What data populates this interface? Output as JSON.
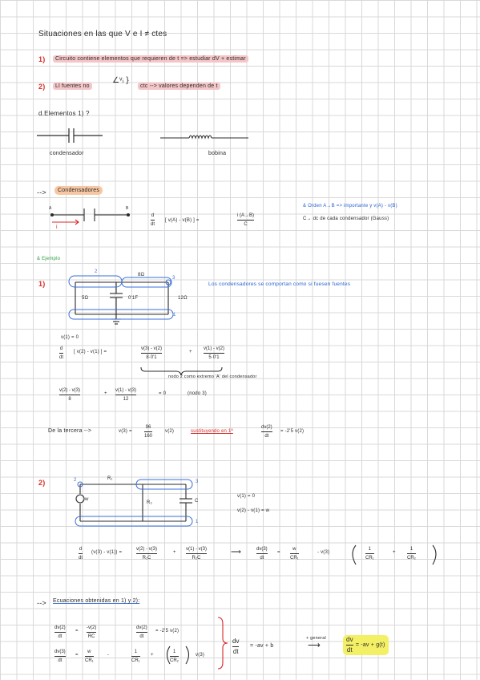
{
  "title": "Situaciones en las que V e I ≠ ctes",
  "items": {
    "n1": "1)",
    "line1": "Circuito contiene elementos que requieren de t => estudiar dV + estimar",
    "n2": "2)",
    "line2_a": "Ll fuentes no",
    "line2_sym": "∠ᵛᵢ }",
    "line2_b": "ctc --> valores dependen de t"
  },
  "elements_heading": "d.Elementos 1) ?",
  "labels": {
    "capacitor": "condensador",
    "inductor": "bobina"
  },
  "section_condensadores": {
    "arrow": "-->",
    "title": "Condensadores",
    "node_a": "A",
    "node_b": "B",
    "current": "i",
    "equation_d": "d",
    "equation_dt": "dt",
    "equation_main": "[ v(A) - v(B) ] = ",
    "equation_frac_num": "i (A→B)",
    "equation_frac_den": "C",
    "note1": "& Orden A→B => importante y v(A) - v(B)",
    "note2": "C→ dc de cada condensador (Gauss)"
  },
  "ejemplo": {
    "heading": "& Ejemplo",
    "ex1_num": "1)",
    "r_top": "8Ω",
    "r_left": "5Ω",
    "cap": "0'1F",
    "r_right": "12Ω",
    "node1": "1",
    "node2": "2",
    "node3": "3",
    "blue_note": "Los condensadores se comportan como si fuesen fuentes",
    "eq_v0": "v(1) = 0",
    "eq_lhs_d": "d",
    "eq_lhs_dt": "dt",
    "eq_lhs": "[ v(2) - v(1) ] =",
    "eq_f1_num": "v(3) - v(2)",
    "eq_f1_den": "8·0'1",
    "eq_plus": "+",
    "eq_f2_num": "v(1) - v(2)",
    "eq_f2_den": "5·0'1",
    "brace_note": "nodo 2 como extremo 'A' del condensador",
    "eq2_f1_num": "v(2) - v(3)",
    "eq2_f1_den": "8",
    "eq2_f2_num": "v(1) - v(3)",
    "eq2_f2_den": "12",
    "eq2_rhs": "= 0",
    "eq2_note": "(nodo 3)",
    "tercera_a": "De la tercera -->",
    "tercera_b": "v(3) =",
    "tercera_frac_num": "96",
    "tercera_frac_den": "160",
    "tercera_c": "v(2)",
    "tercera_red": "sustituyendo en 1ª",
    "tercera_d_num": "dv(2)",
    "tercera_d_den": "dt",
    "tercera_e": "= -2'5 v(2)"
  },
  "ex2": {
    "num": "2)",
    "r1": "R₁",
    "r2": "R₂",
    "w": "w",
    "c": "C",
    "node1": "1",
    "node2": "2",
    "node3": "3",
    "cond1": "v(1) = 0",
    "cond2": "v(2) - v(1) = w",
    "eq_d": "d",
    "eq_dt": "dt",
    "eq_lhs": "(v(3) - v(1)) =",
    "f1_num": "v(2) - v(3)",
    "f1_den": "R₁C",
    "plus": "+",
    "f2_num": "v(1) - v(3)",
    "f2_den": "R₂C",
    "arrow": "⟶",
    "res_num": "dv(3)",
    "res_den": "dt",
    "res_eq": "=",
    "res_f_num": "w",
    "res_f_den": "CR₁",
    "res_minus": "- v(3)",
    "res_p1_num": "1",
    "res_p1_den": "CR₁",
    "res_plus": "+",
    "res_p2_num": "1",
    "res_p2_den": "CR₂"
  },
  "final": {
    "arrow": "-->",
    "title": "Ecuaciones obtenidas en 1) y 2):",
    "a_num": "dv(2)",
    "a_den": "dt",
    "a_eq": "=",
    "a_rnum": "-v(2)",
    "a_rden": "RC",
    "b_num": "dv(2)",
    "b_den": "dt",
    "b_rhs": "= -2'5 v(2)",
    "c_num": "dv(3)",
    "c_den": "dt",
    "c_eq": "=",
    "c_rnum": "w",
    "c_rden": "CR₁",
    "c_minus": "-",
    "c_p1_num": "1",
    "c_p1_den": "CR₁",
    "c_plus": "+",
    "c_p2_num": "1",
    "c_p2_den": "CR₂",
    "c_tail": "v(3)",
    "g_num": "dv",
    "g_den": "dt",
    "g_rhs": "= -av + b",
    "g_arrow": "⟶",
    "g_arrow_note": "+ general",
    "h_num": "dv",
    "h_den": "dt",
    "h_rhs": "= -av + g(t)"
  }
}
